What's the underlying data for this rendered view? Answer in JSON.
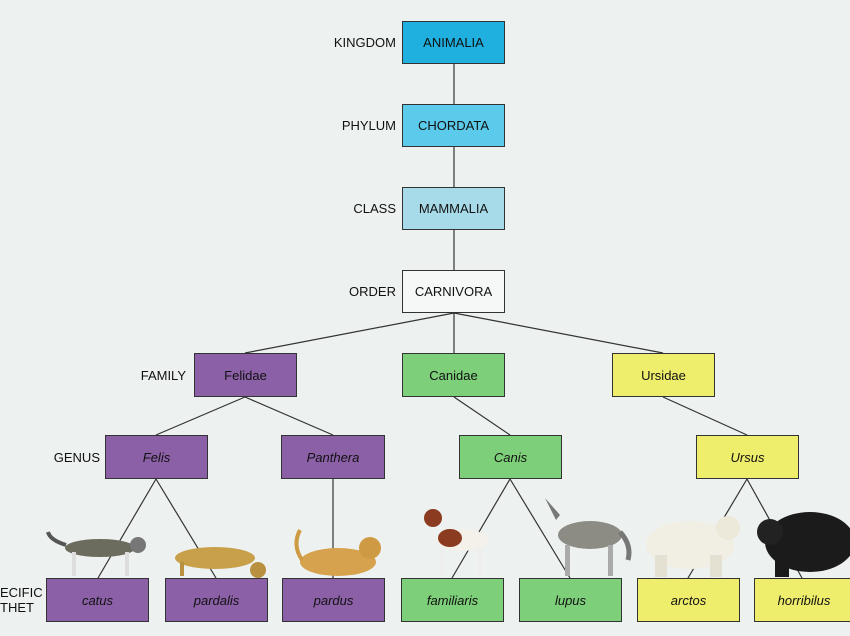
{
  "ranks": {
    "kingdom": "KINGDOM",
    "phylum": "PHYLUM",
    "class": "CLASS",
    "order": "ORDER",
    "family": "FAMILY",
    "genus": "GENUS",
    "specific_1": "ECIFIC",
    "specific_2": "THET"
  },
  "taxa": {
    "kingdom": "ANIMALIA",
    "phylum": "CHORDATA",
    "class": "MAMMALIA",
    "order": "CARNIVORA",
    "families": [
      "Felidae",
      "Canidae",
      "Ursidae"
    ],
    "genera": [
      "Felis",
      "Panthera",
      "Canis",
      "Ursus"
    ],
    "species": [
      "catus",
      "pardalis",
      "pardus",
      "familiaris",
      "lupus",
      "arctos",
      "horribilus"
    ]
  },
  "colors": {
    "kingdom": "#1fb0df",
    "phylum": "#5ccaeb",
    "class": "#a8dbe9",
    "order": "#f5f8f7",
    "felid": "#8b60a7",
    "canid": "#7dcf79",
    "ursid": "#efee6c"
  }
}
